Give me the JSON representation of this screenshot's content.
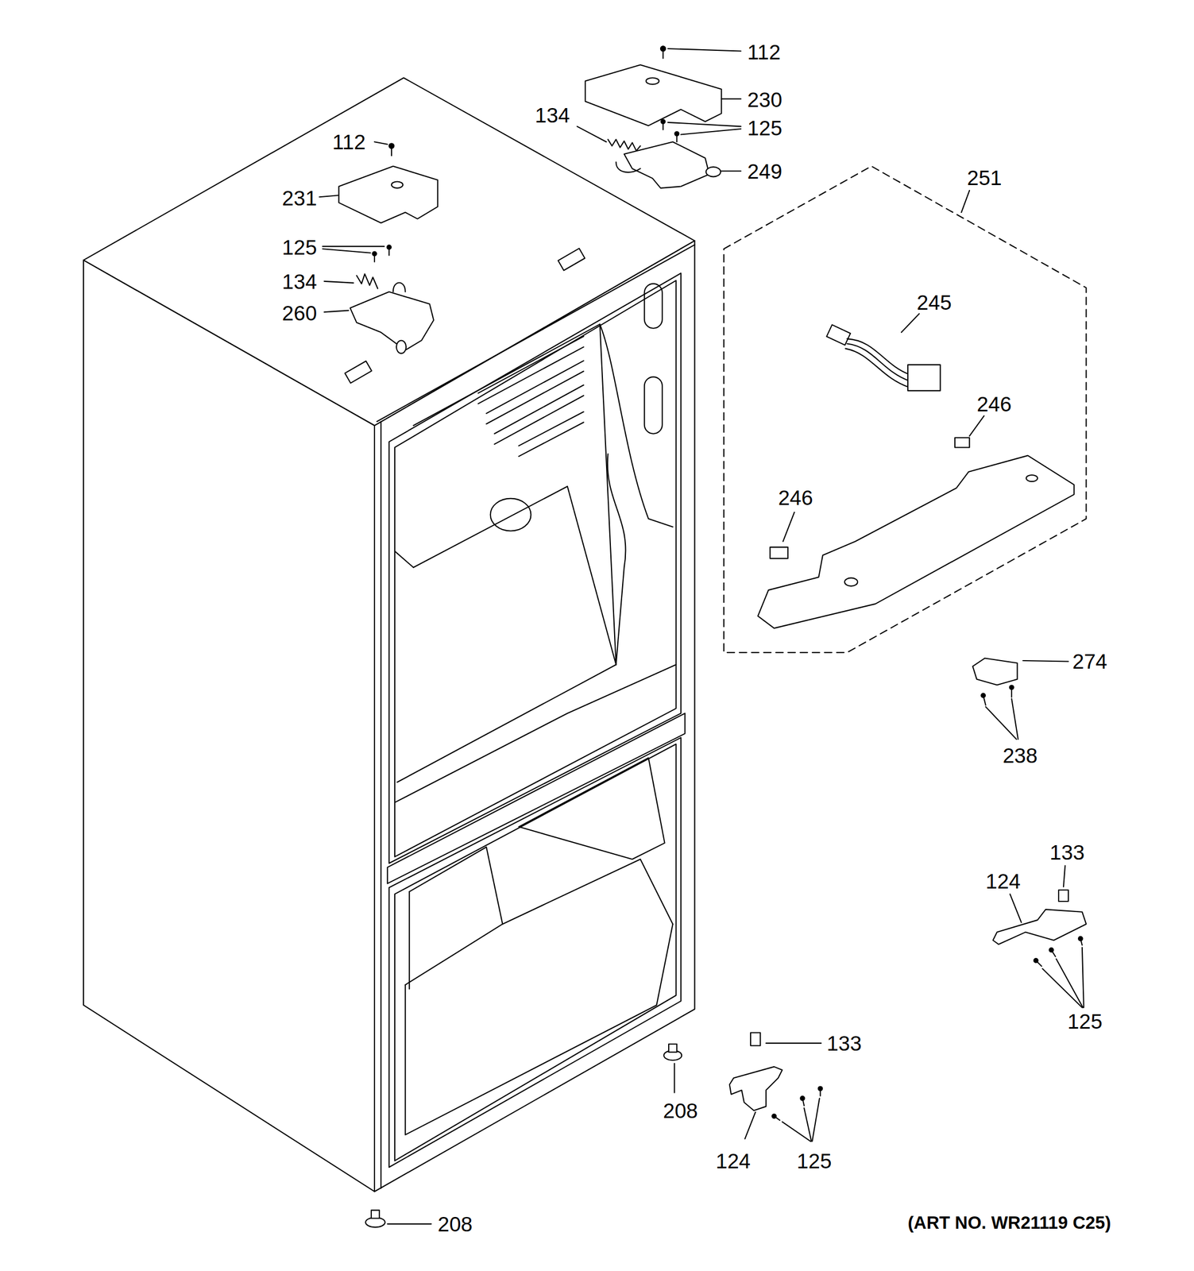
{
  "diagram": {
    "labels": [
      "112",
      "230",
      "134",
      "125",
      "249",
      "112",
      "231",
      "251",
      "125",
      "134",
      "245",
      "260",
      "246",
      "246",
      "274",
      "238",
      "133",
      "124",
      "125",
      "208",
      "133",
      "208",
      "124",
      "125",
      "(ART NO. WR21119 C25)"
    ]
  }
}
